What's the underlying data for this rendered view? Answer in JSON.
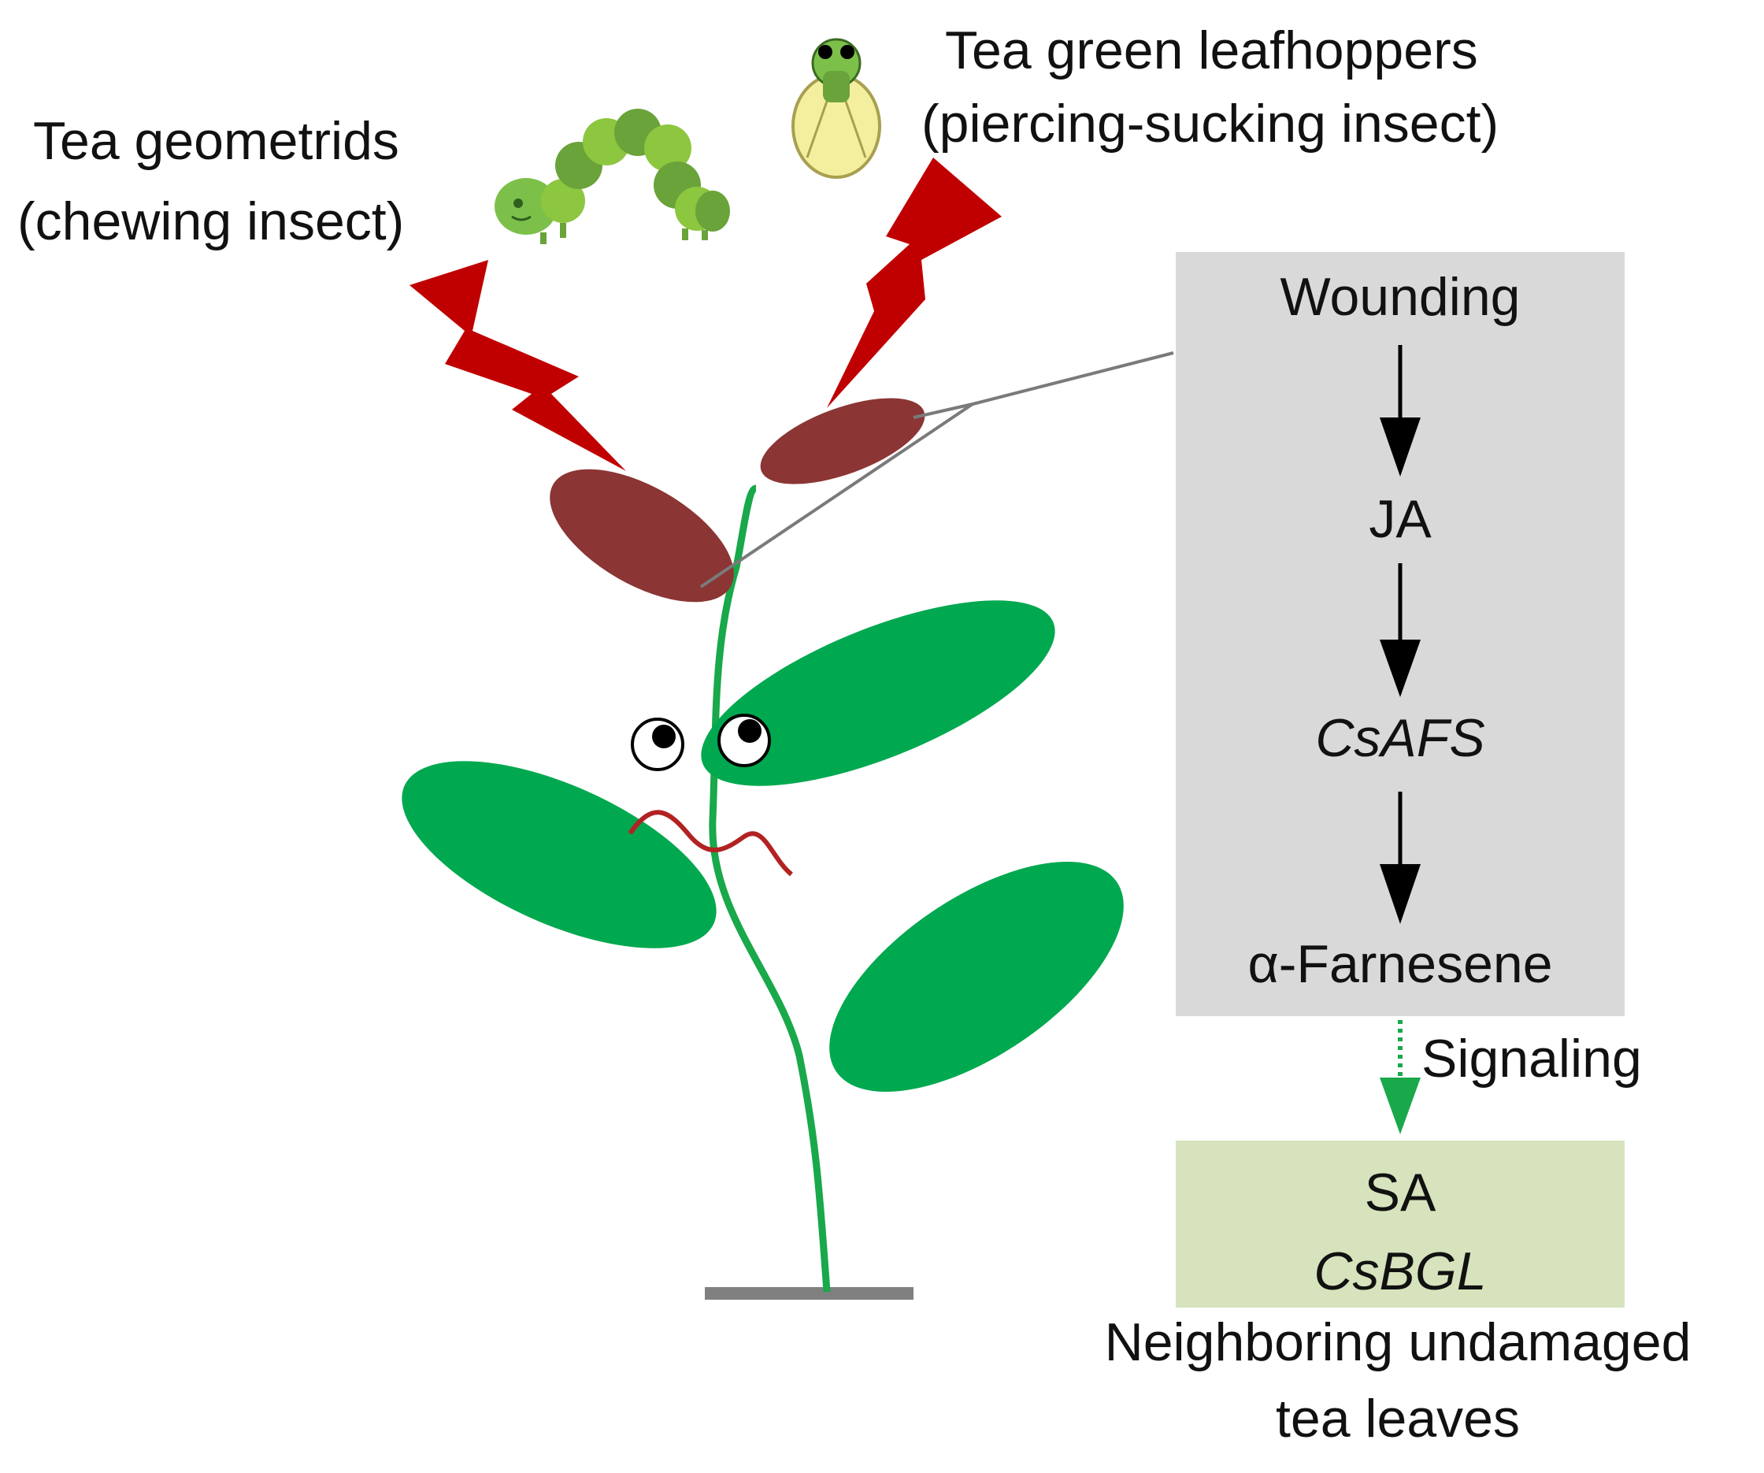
{
  "insects": {
    "geometrid": {
      "line1": "Tea geometrids",
      "line2": "(chewing insect)",
      "icon": "caterpillar-icon"
    },
    "leafhopper": {
      "line1": "Tea green leafhoppers",
      "line2": "(piercing-sucking insect)",
      "icon": "leafhopper-icon"
    }
  },
  "pathway": {
    "steps": [
      "Wounding",
      "JA",
      "CsAFS",
      "α-Farnesene"
    ],
    "italic_steps": [
      "CsAFS"
    ],
    "signal_label": "Signaling"
  },
  "neighbor": {
    "line1": "SA",
    "line2": "CsBGL",
    "caption_line1": "Neighboring undamaged",
    "caption_line2": "tea leaves"
  },
  "colors": {
    "damaged_leaf": "#8b3535",
    "healthy_leaf": "#00a84f",
    "stem": "#19a84a",
    "lightning": "#c00000",
    "pathway_box": "#d9d9d9",
    "neighbor_box": "#d6e3bc",
    "signal_arrow": "#19a84a",
    "ground": "#808080",
    "mouth": "#b22222"
  }
}
